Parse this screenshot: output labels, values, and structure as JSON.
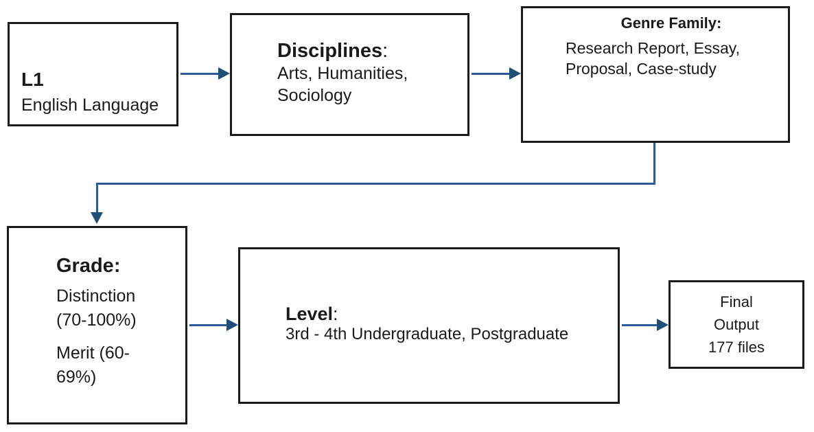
{
  "nodes": {
    "l1": {
      "title": "L1",
      "body": "English Language"
    },
    "disciplines": {
      "title": "Disciplines",
      "colon": ":",
      "body": "Arts, Humanities, Sociology"
    },
    "genre_family": {
      "title": "Genre Family:",
      "body": "Research Report, Essay, Proposal, Case-study"
    },
    "grade": {
      "title": "Grade:",
      "items": [
        "Distinction (70-100%)",
        "Merit (60-69%)"
      ]
    },
    "level": {
      "title": "Level",
      "colon": ":",
      "body": "3rd - 4th Undergraduate, Postgraduate"
    },
    "final_output": {
      "lines": [
        "Final",
        "Output",
        "177 files"
      ]
    }
  },
  "edges": [
    {
      "from": "l1",
      "to": "disciplines",
      "type": "straight-right"
    },
    {
      "from": "disciplines",
      "to": "genre_family",
      "type": "straight-right"
    },
    {
      "from": "genre_family",
      "to": "grade",
      "type": "elbow-down-left-down"
    },
    {
      "from": "grade",
      "to": "level",
      "type": "straight-right"
    },
    {
      "from": "level",
      "to": "final_output",
      "type": "straight-right"
    }
  ],
  "colors": {
    "arrow_shaft": "#2E5B97",
    "arrow_head": "#1F4E79",
    "box_border": "#1B1B1B",
    "background": "#FFFFFF",
    "text": "#1A1A1A"
  }
}
